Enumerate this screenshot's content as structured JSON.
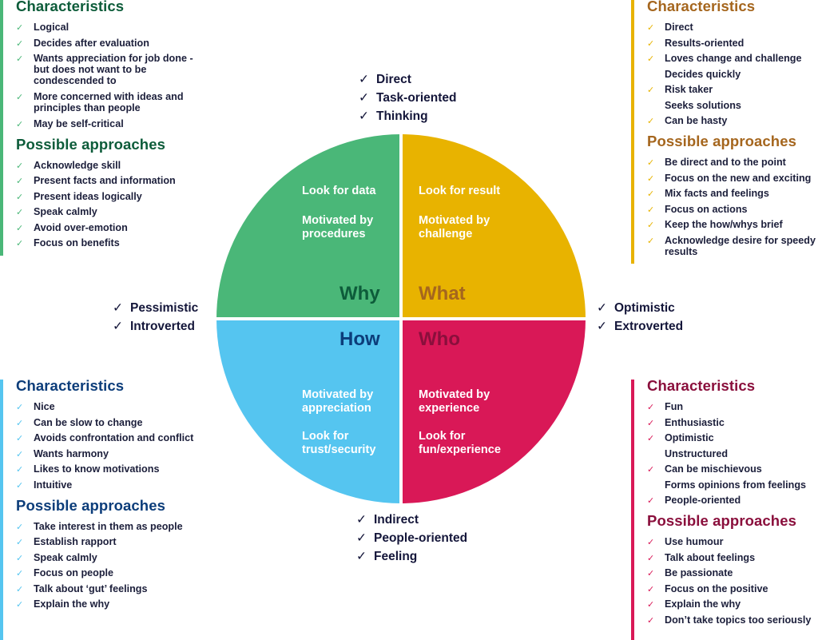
{
  "colors": {
    "green": "#4ab778",
    "yellow": "#e8b300",
    "blue": "#55c5f0",
    "red": "#d91857",
    "green_text": "#0d5c3a",
    "yellow_text": "#a5661e",
    "blue_text": "#0c3d7a",
    "red_text": "#8a0f3c",
    "dark_text": "#14163a"
  },
  "top_traits": [
    "Direct",
    "Task-oriented",
    "Thinking"
  ],
  "bottom_traits": [
    "Indirect",
    "People-oriented",
    "Feeling"
  ],
  "left_traits": [
    "Pessimistic",
    "Introverted"
  ],
  "right_traits": [
    "Optimistic",
    "Extroverted"
  ],
  "quadrants": {
    "why": {
      "title": "Why",
      "line1": "Look for data",
      "line2": "Motivated by procedures"
    },
    "what": {
      "title": "What",
      "line1": "Look for result",
      "line2": "Motivated by challenge"
    },
    "how": {
      "title": "How",
      "line1": "Motivated by appreciation",
      "line2": "Look for trust/security"
    },
    "who": {
      "title": "Who",
      "line1": "Motivated by experience",
      "line2": "Look for fun/experience"
    }
  },
  "panels": {
    "top_left": {
      "characteristics_title": "Characteristics",
      "characteristics": [
        {
          "text": "Logical",
          "check": true
        },
        {
          "text": "Decides after evaluation",
          "check": true
        },
        {
          "text": "Wants appreciation for job done - but does not want to be condescended to",
          "check": true
        },
        {
          "text": "More concerned with ideas and principles than people",
          "check": true
        },
        {
          "text": "May be self-critical",
          "check": true
        }
      ],
      "approaches_title": "Possible approaches",
      "approaches": [
        {
          "text": "Acknowledge skill",
          "check": true
        },
        {
          "text": "Present facts and information",
          "check": true
        },
        {
          "text": "Present ideas logically",
          "check": true
        },
        {
          "text": "Speak calmly",
          "check": true
        },
        {
          "text": "Avoid over-emotion",
          "check": true
        },
        {
          "text": "Focus on benefits",
          "check": true
        }
      ]
    },
    "top_right": {
      "characteristics_title": "Characteristics",
      "characteristics": [
        {
          "text": "Direct",
          "check": true
        },
        {
          "text": "Results-oriented",
          "check": true
        },
        {
          "text": "Loves change and challenge",
          "check": true
        },
        {
          "text": "Decides quickly",
          "check": false
        },
        {
          "text": "Risk taker",
          "check": true
        },
        {
          "text": "Seeks solutions",
          "check": false
        },
        {
          "text": "Can be hasty",
          "check": true
        }
      ],
      "approaches_title": "Possible approaches",
      "approaches": [
        {
          "text": "Be direct and to the point",
          "check": true
        },
        {
          "text": "Focus on the new and exciting",
          "check": true
        },
        {
          "text": "Mix facts and feelings",
          "check": true
        },
        {
          "text": "Focus on actions",
          "check": true
        },
        {
          "text": "Keep the how/whys brief",
          "check": true
        },
        {
          "text": "Acknowledge desire for speedy results",
          "check": true
        }
      ]
    },
    "bottom_left": {
      "characteristics_title": "Characteristics",
      "characteristics": [
        {
          "text": "Nice",
          "check": true
        },
        {
          "text": "Can be slow to change",
          "check": true
        },
        {
          "text": "Avoids confrontation and conflict",
          "check": true
        },
        {
          "text": "Wants harmony",
          "check": true
        },
        {
          "text": "Likes to know motivations",
          "check": true
        },
        {
          "text": "Intuitive",
          "check": true
        }
      ],
      "approaches_title": "Possible approaches",
      "approaches": [
        {
          "text": "Take interest in them as people",
          "check": true
        },
        {
          "text": "Establish rapport",
          "check": true
        },
        {
          "text": "Speak calmly",
          "check": true
        },
        {
          "text": "Focus on people",
          "check": true
        },
        {
          "text": "Talk about ‘gut’ feelings",
          "check": true
        },
        {
          "text": "Explain the why",
          "check": true
        }
      ]
    },
    "bottom_right": {
      "characteristics_title": "Characteristics",
      "characteristics": [
        {
          "text": "Fun",
          "check": true
        },
        {
          "text": "Enthusiastic",
          "check": true
        },
        {
          "text": "Optimistic",
          "check": true
        },
        {
          "text": "Unstructured",
          "check": false
        },
        {
          "text": "Can be mischievous",
          "check": true
        },
        {
          "text": "Forms opinions from feelings",
          "check": false
        },
        {
          "text": "People-oriented",
          "check": true
        }
      ],
      "approaches_title": "Possible approaches",
      "approaches": [
        {
          "text": "Use humour",
          "check": true
        },
        {
          "text": "Talk about feelings",
          "check": true
        },
        {
          "text": "Be passionate",
          "check": true
        },
        {
          "text": "Focus on the positive",
          "check": true
        },
        {
          "text": "Explain the why",
          "check": true
        },
        {
          "text": "Don’t take topics too seriously",
          "check": true
        }
      ]
    }
  }
}
